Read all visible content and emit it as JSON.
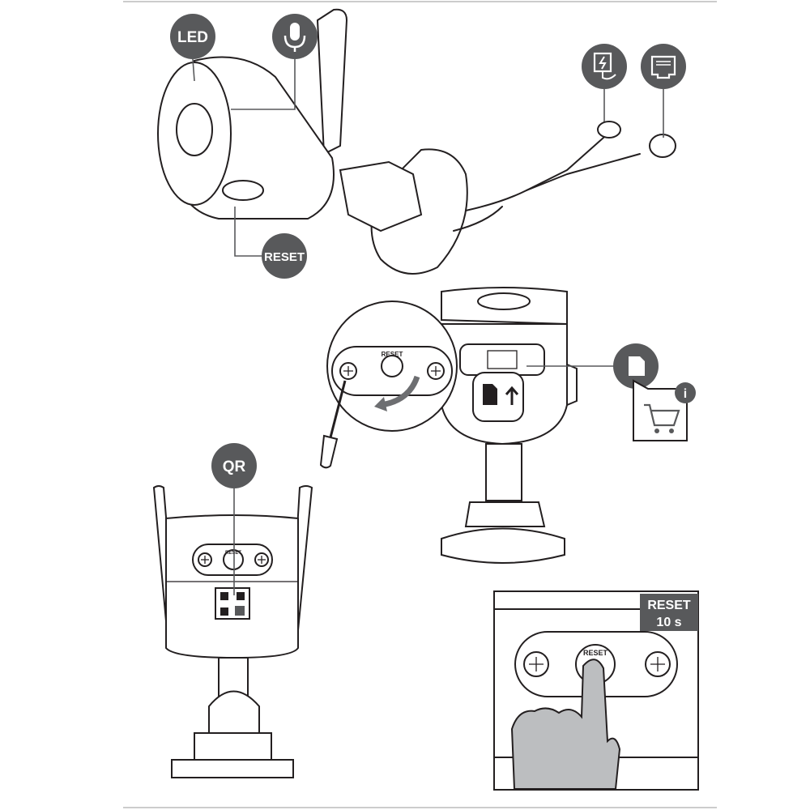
{
  "labels": {
    "led": "LED",
    "reset_top": "RESET",
    "qr": "QR",
    "reset_button_zoom": "RESET",
    "reset_button_back": "RESET",
    "reset_button_finger": "RESET",
    "reset_duration_title": "RESET",
    "reset_duration_value": "10 s"
  },
  "icons": [
    "microphone-icon",
    "power-adapter-icon",
    "ethernet-icon",
    "sd-card-icon",
    "info-icon",
    "shopping-cart-icon",
    "arrow-up-icon",
    "rotate-arrow-icon",
    "screwdriver-icon",
    "qr-code-icon"
  ],
  "colors": {
    "badge": "#58595b",
    "line": "#231f20",
    "finger": "#bcbec0"
  }
}
